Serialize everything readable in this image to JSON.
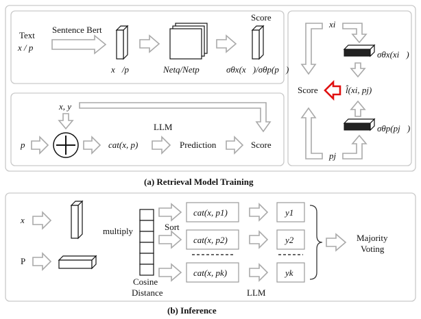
{
  "section_a": {
    "caption": "(a) Retrieval Model Training",
    "text_label": "Text",
    "text_sub": "x / p",
    "sentence_bert": "Sentence Bert",
    "vec_label": "x⃗/p⃗",
    "net_label": "Netq/Netp",
    "sigma_label": "σθx(x⃗)/σθp(p⃗)",
    "score_label": "Score",
    "xy_label": "x, y",
    "p_label": "p",
    "cat_label": "cat(x, p)",
    "llm_label": "LLM",
    "prediction_label": "Prediction",
    "score2_label": "Score",
    "right_xi": "xi",
    "right_sigma_x": "σθx(xi⃗)",
    "right_loss": "l̂(xi, pj)",
    "right_score": "Score",
    "right_sigma_p": "σθp(pj⃗)",
    "right_pj": "pj"
  },
  "section_b": {
    "caption": "(b) Inference",
    "x_label": "x",
    "P_label": "P",
    "multiply_label": "multiply",
    "sort_label": "Sort",
    "cosine_label_1": "Cosine",
    "cosine_label_2": "Distance",
    "cat1": "cat(x, p1)",
    "cat2": "cat(x, p2)",
    "catk": "cat(x, pk)",
    "y1": "y1",
    "y2": "y2",
    "yk": "yk",
    "llm_label": "LLM",
    "majority_1": "Majority",
    "majority_2": "Voting"
  },
  "colors": {
    "arrow_outline": "#a9a9a9",
    "highlight_arrow": "#e01010",
    "frame": "#c9c9c9"
  }
}
